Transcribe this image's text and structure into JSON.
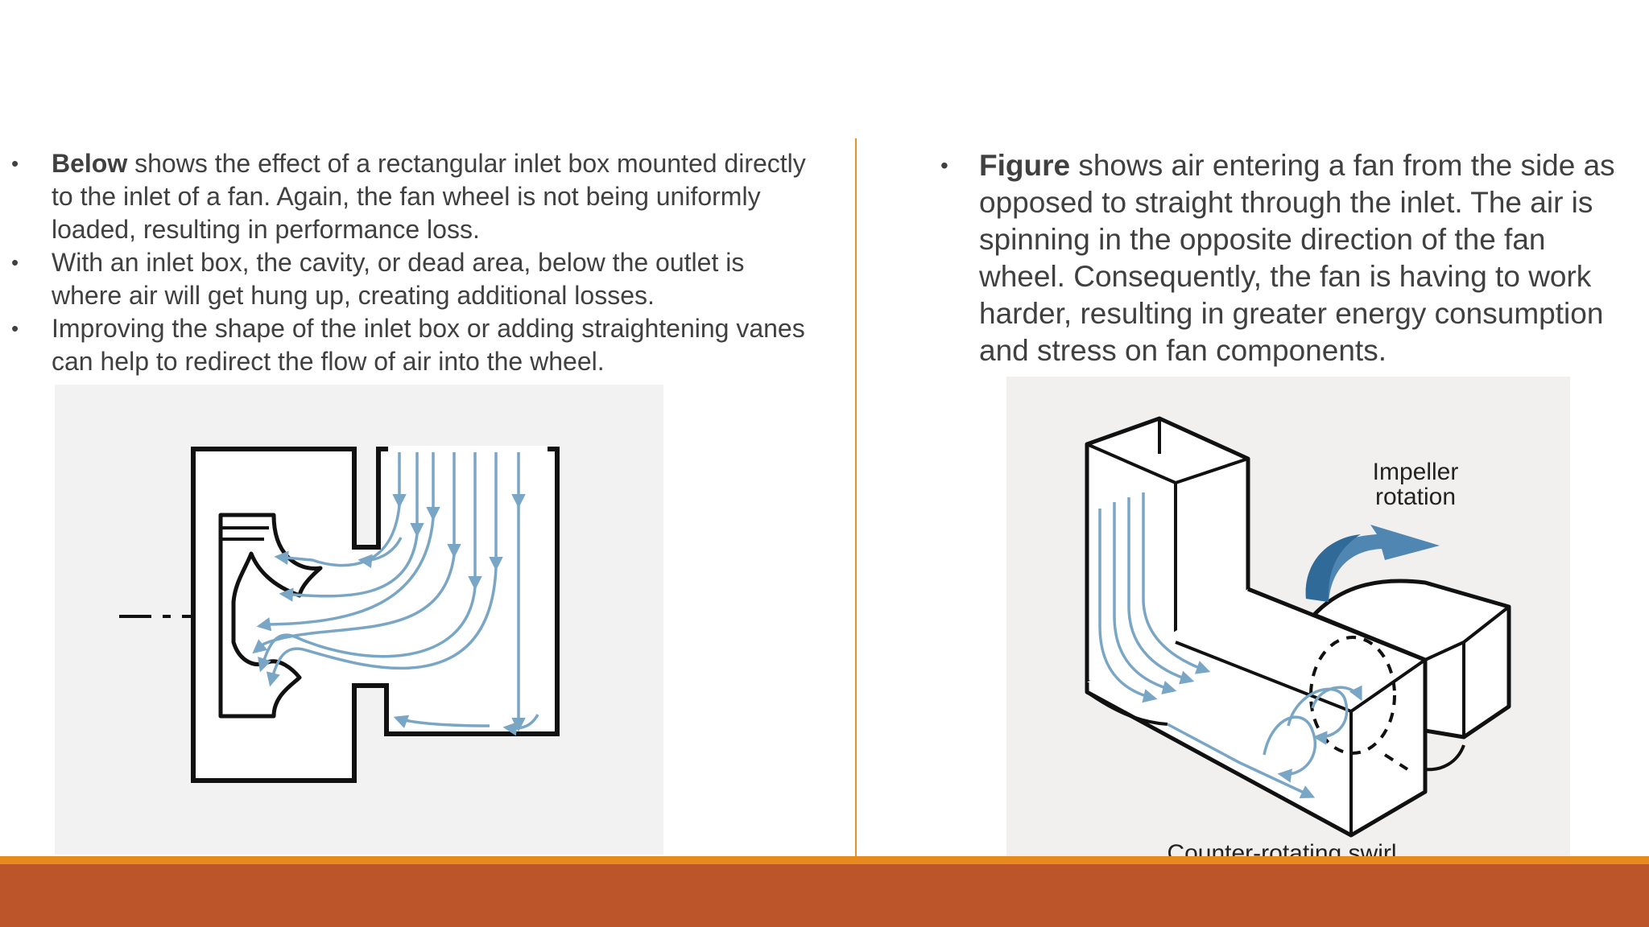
{
  "left_bullets": [
    {
      "bold": "Below",
      "text": " shows the effect of a rectangular inlet box mounted directly to the inlet of a fan. Again, the fan wheel is not being uniformly loaded, resulting in performance loss."
    },
    {
      "bold": "",
      "text": "With an inlet box, the cavity, or dead area, below the outlet is where air will get hung up, creating additional losses."
    },
    {
      "bold": "",
      "text": "Improving the shape of the inlet box or adding straightening vanes can help to redirect the flow of air into the wheel."
    }
  ],
  "right_bullets": [
    {
      "bold": "Figure",
      "text": " shows air entering a fan from the side as opposed to straight through the inlet. The air is spinning in the opposite direction of the fan wheel. Consequently, the fan is having to work harder, resulting in greater energy consumption and stress on fan components."
    }
  ],
  "figure_right": {
    "label_impeller_line1": "Impeller",
    "label_impeller_line2": "rotation",
    "label_swirl": "Counter-rotating swirl"
  },
  "colors": {
    "accent_line": "#e78a1e",
    "footer_bar": "#bd552b",
    "divider": "#e0952a",
    "flow_arrows": "#7aa6c6",
    "rotation_arrow_dark": "#2f6a98",
    "rotation_arrow_light": "#6e9fc4"
  }
}
